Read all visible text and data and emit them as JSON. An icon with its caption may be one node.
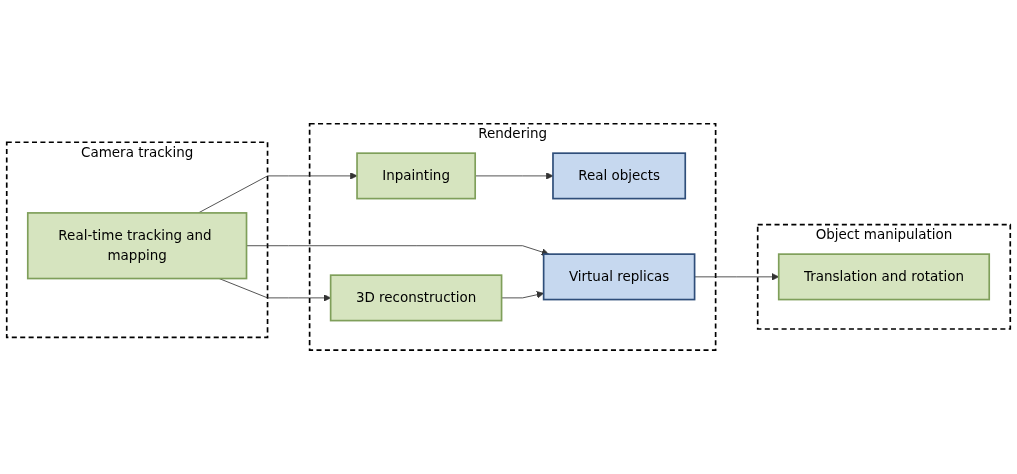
{
  "diagram": {
    "nodes": [
      {
        "text": [
          "Camera tracking"
        ]
      },
      {
        "text": [
          "Real-time tracking and mapping"
        ],
        "in": 0
      },
      {
        "text": [
          "Rendering"
        ]
      },
      {
        "text": [
          "Inpainting"
        ],
        "in": 2
      },
      {
        "text": [
          "Real objects"
        ],
        "in": 2
      },
      {
        "text": [
          "Virtual replicas"
        ],
        "in": 2
      },
      {
        "text": [
          "3D reconstruction"
        ],
        "in": 2
      },
      {
        "text": [
          "Object manipulation"
        ]
      },
      {
        "text": [
          "Translation and rotation"
        ],
        "in": 7
      }
    ],
    "edges": [
      {
        "from": 1,
        "to": 3,
        "arrow": "to"
      },
      {
        "from": 1,
        "to": 5,
        "arrow": "to"
      },
      {
        "from": 1,
        "to": 6,
        "arrow": "to"
      },
      {
        "from": 3,
        "to": 4,
        "arrow": "to"
      },
      {
        "from": 6,
        "to": 5,
        "arrow": "to"
      },
      {
        "from": 5,
        "to": 8,
        "arrow": "to"
      }
    ]
  }
}
